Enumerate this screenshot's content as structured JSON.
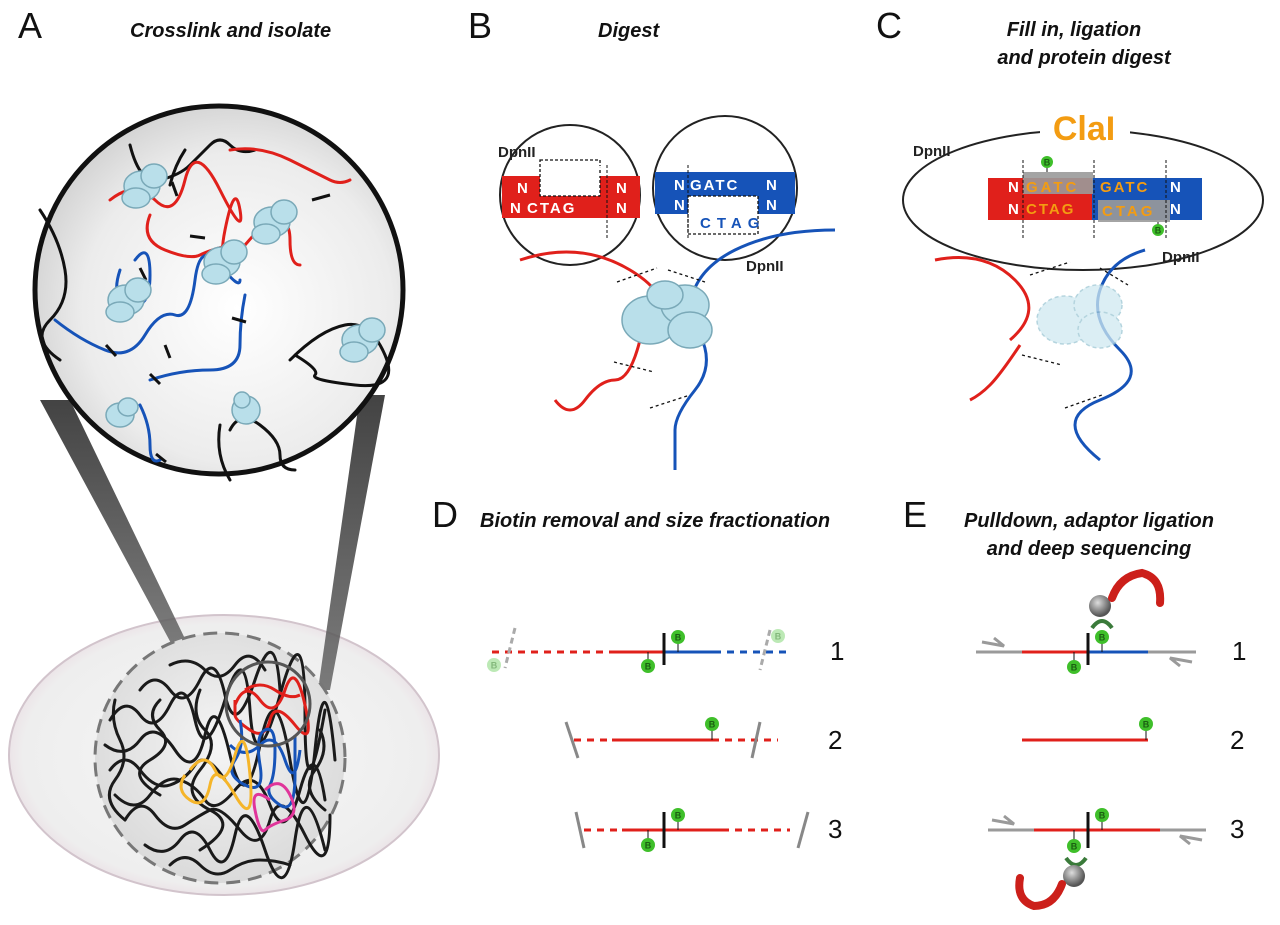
{
  "panels": {
    "A": {
      "letter": "A",
      "title": "Crosslink and isolate"
    },
    "B": {
      "letter": "B",
      "title": "Digest",
      "enzyme_left": "DpnII",
      "enzyme_right": "DpnII",
      "seq": {
        "n": "N",
        "gatc": "GATC",
        "ctag": "CTAG"
      }
    },
    "C": {
      "letter": "C",
      "title_line1": "Fill in, ligation",
      "title_line2": "and protein digest",
      "enzyme_top": "ClaI",
      "enzyme_left": "DpnII",
      "enzyme_right": "DpnII",
      "seq": {
        "n": "N",
        "gatc": "GATC",
        "ctag": "CTAG"
      }
    },
    "D": {
      "letter": "D",
      "title": "Biotin removal and size fractionation",
      "rows": [
        "1",
        "2",
        "3"
      ]
    },
    "E": {
      "letter": "E",
      "title_line1": "Pulldown, adaptor ligation",
      "title_line2": "and deep sequencing",
      "rows": [
        "1",
        "2",
        "3"
      ]
    }
  },
  "biotin_label": "B",
  "colors": {
    "red": "#e0201b",
    "blue": "#1653b8",
    "black": "#111111",
    "yellow": "#f5b52a",
    "magenta": "#e0359a",
    "protein": "#a9d6e5",
    "biotin": "#3fbf2a",
    "claI": "#f39c12",
    "grey": "#9a9a9a"
  }
}
